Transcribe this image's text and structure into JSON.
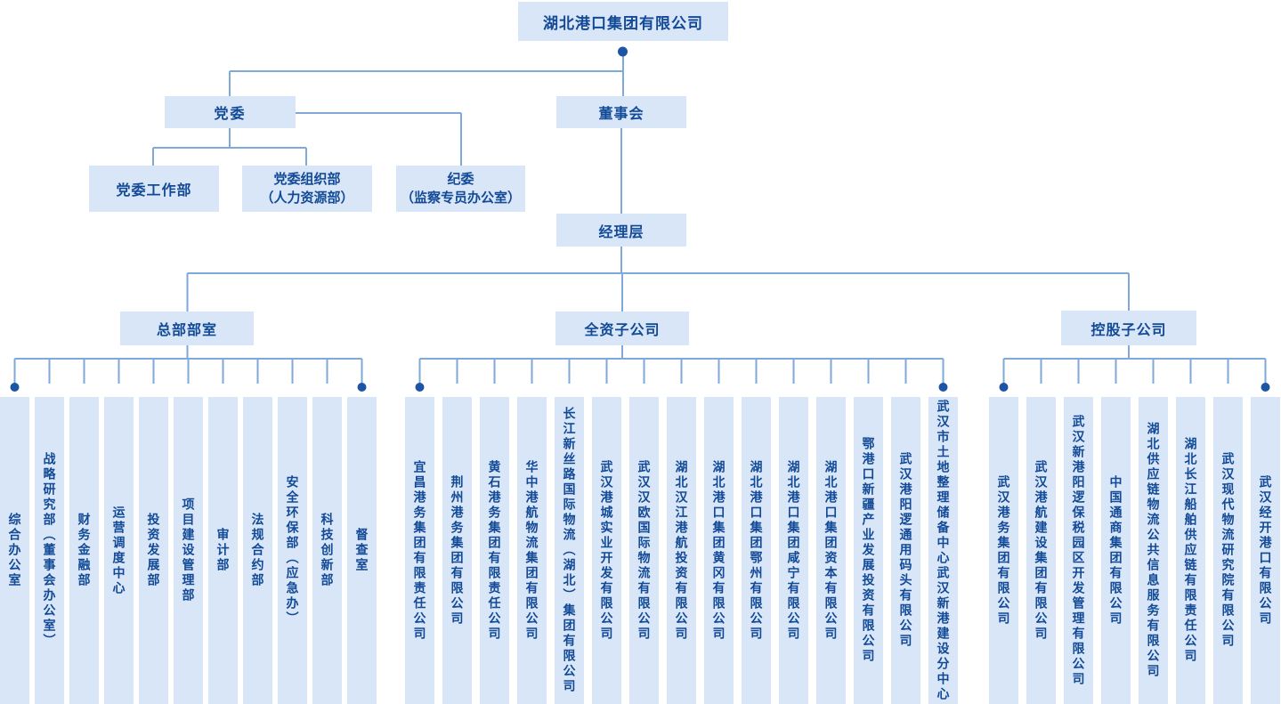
{
  "palette": {
    "box_fill": "#d9e6f8",
    "text_color": "#124a96",
    "line_color": "#7ea9d9",
    "dot_color": "#1d55a5",
    "background": "#ffffff"
  },
  "org": {
    "root": {
      "label": "湖北港口集团有限公司"
    },
    "party_committee": {
      "label": "党委"
    },
    "party_children": [
      {
        "label": "党委工作部",
        "sub": ""
      },
      {
        "label": "党委组织部",
        "sub": "（人力资源部）"
      },
      {
        "label": "纪委",
        "sub": "（监察专员办公室）"
      }
    ],
    "board": {
      "label": "董事会"
    },
    "management": {
      "label": "经理层"
    },
    "branches": [
      {
        "label": "总部部室",
        "children": [
          "综合办公室",
          "战略研究部（董事会办公室）",
          "财务金融部",
          "运营调度中心",
          "投资发展部",
          "项目建设管理部",
          "审计部",
          "法规合约部",
          "安全环保部（应急办）",
          "科技创新部",
          "督查室"
        ]
      },
      {
        "label": "全资子公司",
        "children": [
          "宜昌港务集团有限责任公司",
          "荆州港务集团有限公司",
          "黄石港务集团有限责任公司",
          "华中港航物流集团有限公司",
          "长江新丝路国际物流（湖北）集团有限公司",
          "武汉港城实业开发有限公司",
          "武汉汉欧国际物流有限公司",
          "湖北汉江港航投资有限公司",
          "湖北港口集团黄冈有限公司",
          "湖北港口集团鄂州有限公司",
          "湖北港口集团咸宁有限公司",
          "湖北港口集团资本有限公司",
          "鄂港口新疆产业发展投资有限公司",
          "武汉港阳逻通用码头有限公司",
          "武汉市土地整理储备中心武汉新港建设分中心"
        ]
      },
      {
        "label": "控股子公司",
        "children": [
          "武汉港务集团有限公司",
          "武汉港航建设集团有限公司",
          "武汉新港阳逻保税园区开发管理有限公司",
          "中国通商集团有限公司",
          "湖北供应链物流公共信息服务有限公司",
          "湖北长江船舶供应链有限责任公司",
          "武汉现代物流研究院有限公司",
          "武汉经开港口有限公司"
        ]
      }
    ]
  }
}
